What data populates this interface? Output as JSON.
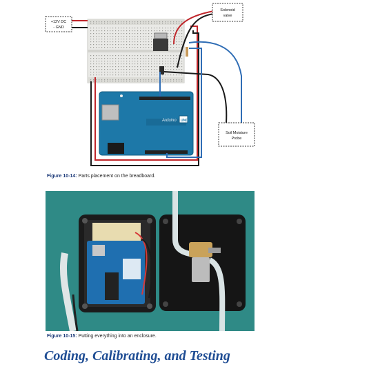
{
  "figure1": {
    "labels": {
      "power": [
        "+12V DC",
        "- GND"
      ],
      "solenoid": [
        "Solenoid",
        "valve"
      ],
      "probe": [
        "Soil Moisture",
        "Probe"
      ],
      "board_brand": "Arduino",
      "board_model": "UNO"
    },
    "caption_number": "Figure 10-14:",
    "caption_text": " Parts placement on the breadboard."
  },
  "figure2": {
    "caption_number": "Figure 10-15:",
    "caption_text": " Putting everything into an enclosure."
  },
  "section_heading": "Coding, Calibrating, and Testing",
  "colors": {
    "wire_red": "#c0262b",
    "wire_black": "#1a1a1a",
    "wire_blue": "#2f6db5",
    "board_blue": "#1d78a8",
    "photo_bg": "#2f8a86",
    "heading_blue": "#1f4d94"
  }
}
